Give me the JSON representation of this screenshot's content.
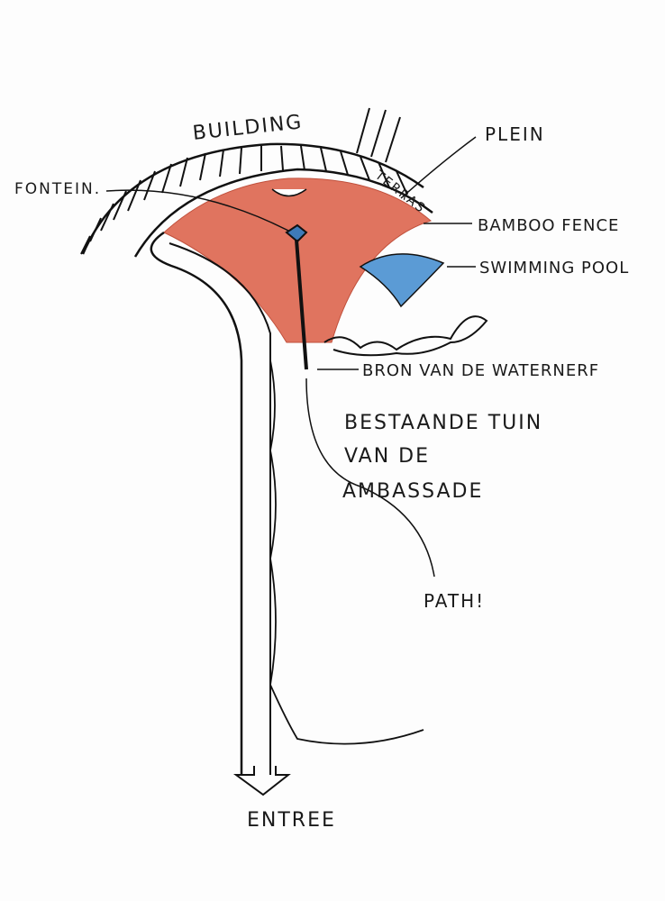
{
  "labels": {
    "building": "BUILDING",
    "plein": "PLEIN",
    "fontein": "FONTEIN.",
    "terras": "TERRAS",
    "bamboo_fence": "BAMBOO FENCE",
    "swimming_pool": "SWIMMING POOL",
    "bron": "BRON VAN DE WATERNERF",
    "tuin_line1": "BESTAANDE TUIN",
    "tuin_line2": "VAN DE",
    "tuin_line3": "AMBASSADE",
    "path": "PATH!",
    "entree": "ENTREE"
  },
  "colors": {
    "terrace_fill": "#e0745f",
    "pool_fill": "#5b9bd5",
    "fountain_fill": "#3e7bb8",
    "ink": "#111111"
  }
}
